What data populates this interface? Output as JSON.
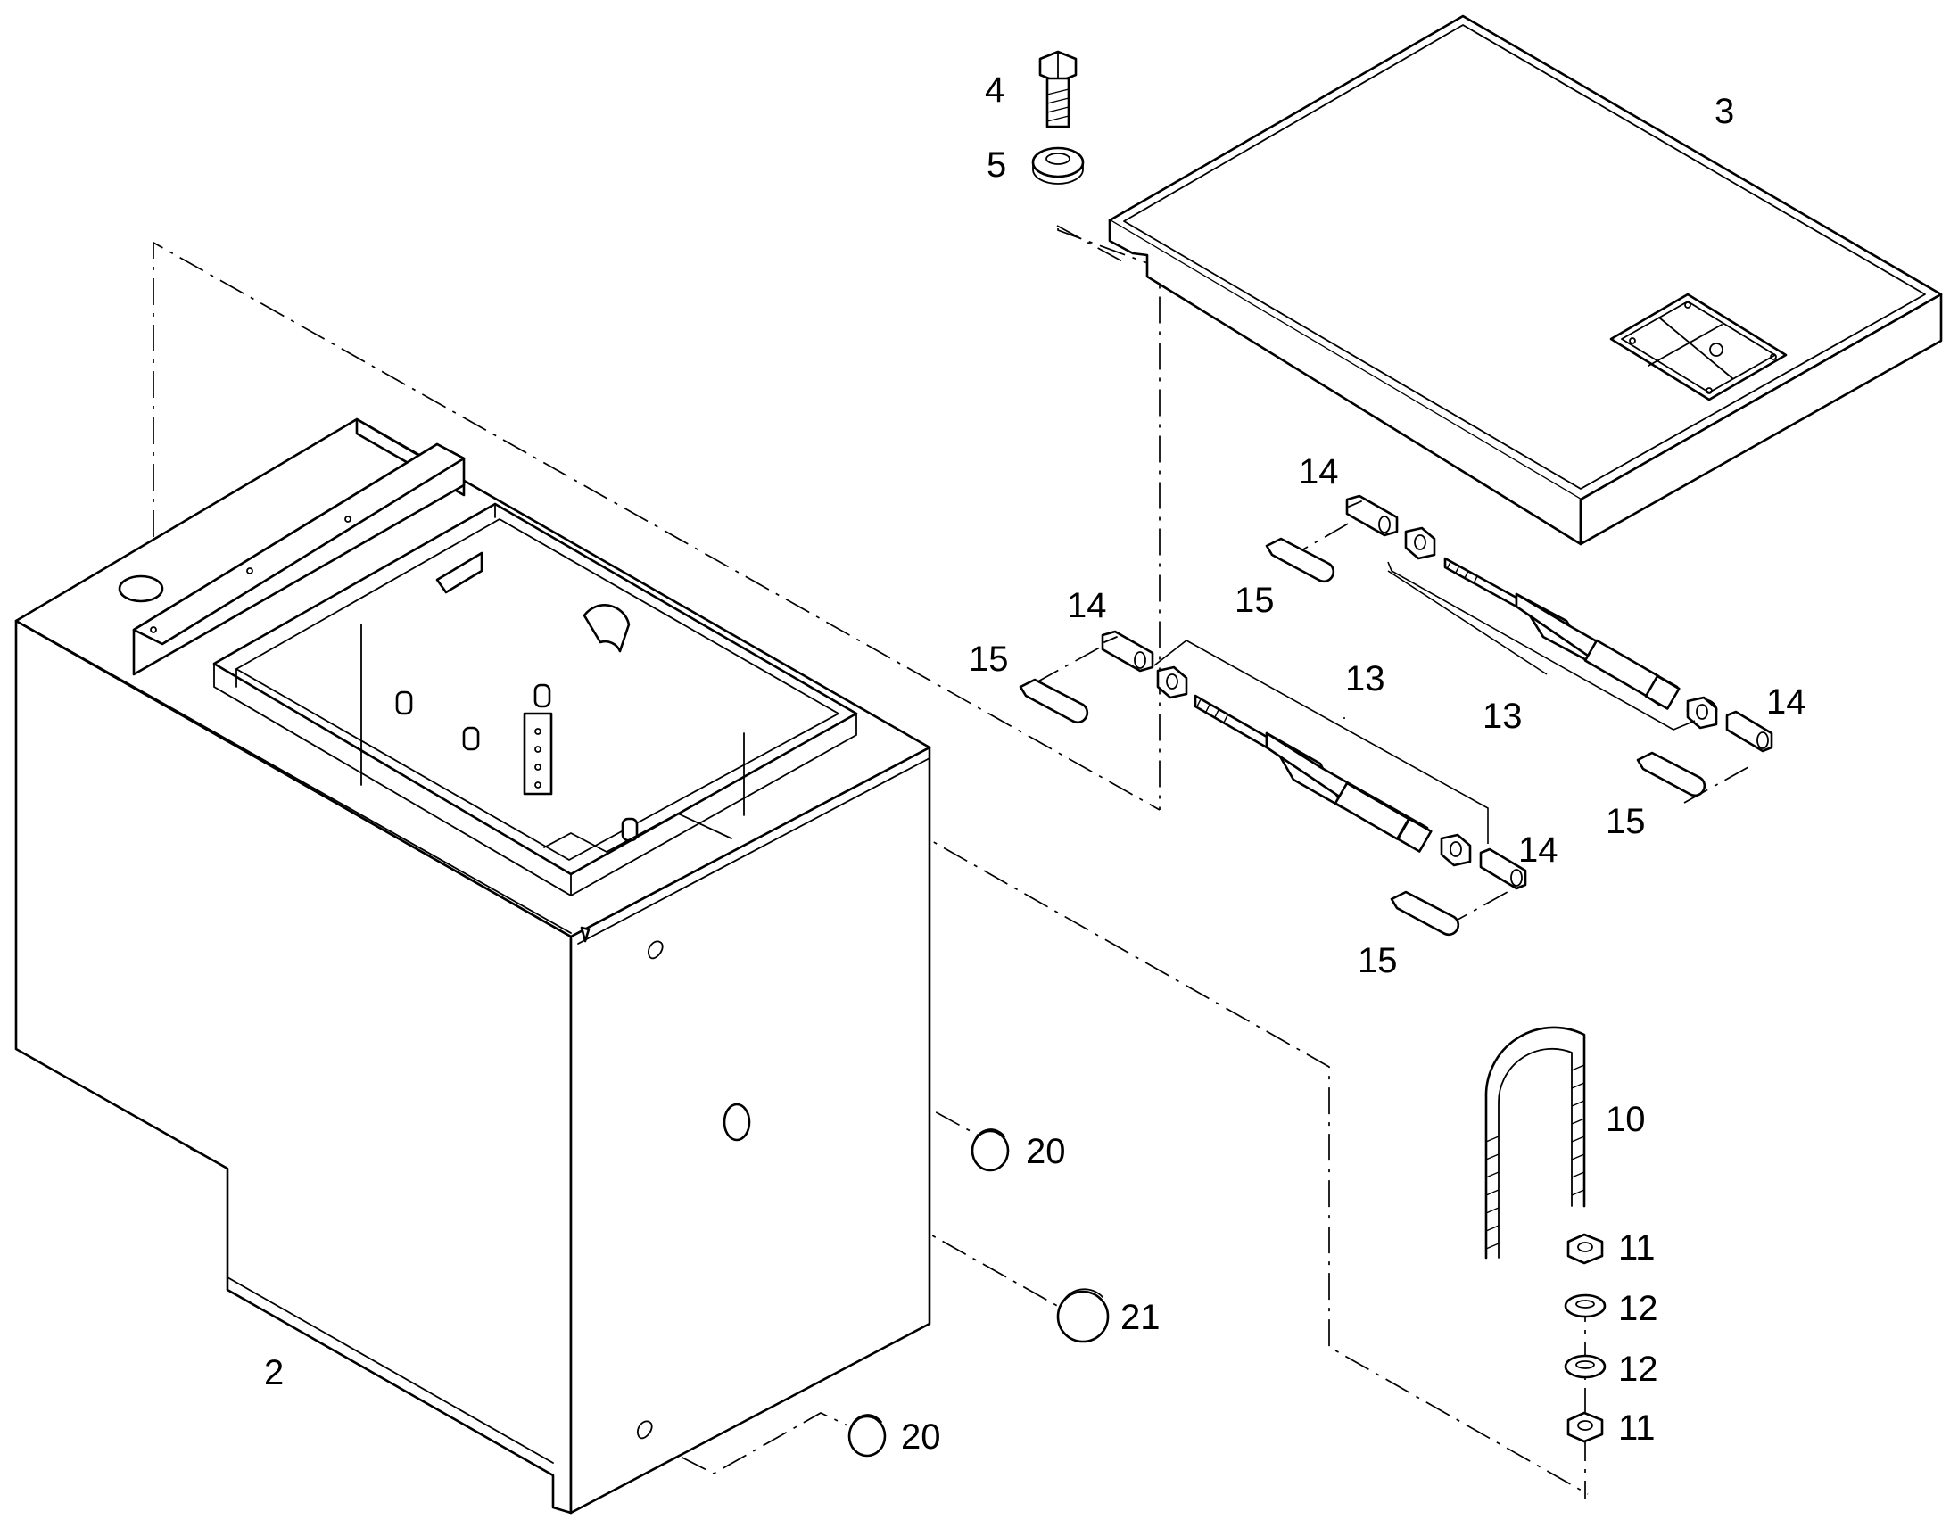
{
  "callouts": [
    {
      "id": "c2",
      "label": "2"
    },
    {
      "id": "c3",
      "label": "3"
    },
    {
      "id": "c4",
      "label": "4"
    },
    {
      "id": "c5",
      "label": "5"
    },
    {
      "id": "c10",
      "label": "10"
    },
    {
      "id": "c11a",
      "label": "11"
    },
    {
      "id": "c11b",
      "label": "11"
    },
    {
      "id": "c12a",
      "label": "12"
    },
    {
      "id": "c12b",
      "label": "12"
    },
    {
      "id": "c13a",
      "label": "13"
    },
    {
      "id": "c13b",
      "label": "13"
    },
    {
      "id": "c14a",
      "label": "14"
    },
    {
      "id": "c14b",
      "label": "14"
    },
    {
      "id": "c14c",
      "label": "14"
    },
    {
      "id": "c14d",
      "label": "14"
    },
    {
      "id": "c15a",
      "label": "15"
    },
    {
      "id": "c15b",
      "label": "15"
    },
    {
      "id": "c15c",
      "label": "15"
    },
    {
      "id": "c15d",
      "label": "15"
    },
    {
      "id": "c20a",
      "label": "20"
    },
    {
      "id": "c20b",
      "label": "20"
    },
    {
      "id": "c21",
      "label": "21"
    }
  ]
}
